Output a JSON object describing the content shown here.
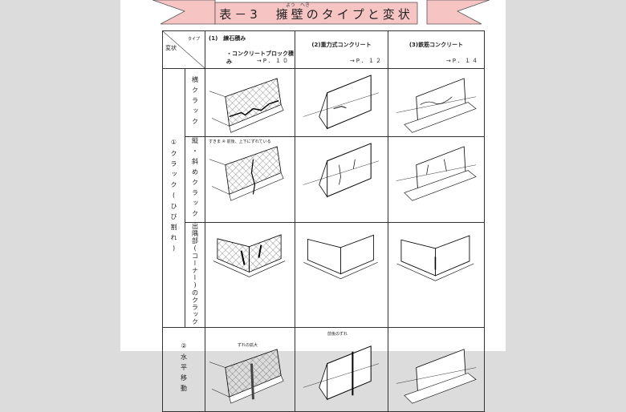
{
  "title": {
    "text": "表－3　擁壁のタイプと変状",
    "ruby_yo": "よう",
    "ruby_heki": "へき"
  },
  "header": {
    "corner_type": "タイプ",
    "corner_state": "変状",
    "col1_line1": "(1)　練石積み",
    "col1_line2": "・コンクリートブロック積み",
    "col1_ref": "→P．１０",
    "col2": "(2)重力式コンクリート",
    "col2_ref": "→P．１２",
    "col3": "(3)鉄筋コンクリート",
    "col3_ref": "→P．１４"
  },
  "groups": [
    {
      "label": "①クラック(ひび割れ)",
      "rows": [
        {
          "label": "横クラック"
        },
        {
          "label": "縦・斜めクラック",
          "note": "すきま ④ 前後、上下にずれている"
        },
        {
          "label": "出隅部(コーナー)のクラック"
        }
      ]
    },
    {
      "label": "②水平移動",
      "rows": [
        {
          "label": "",
          "note": "ずれの拡大",
          "note2": "前後のずれ"
        }
      ]
    }
  ],
  "colors": {
    "banner": "#f7c4c4",
    "background": "#dcdcdc"
  }
}
